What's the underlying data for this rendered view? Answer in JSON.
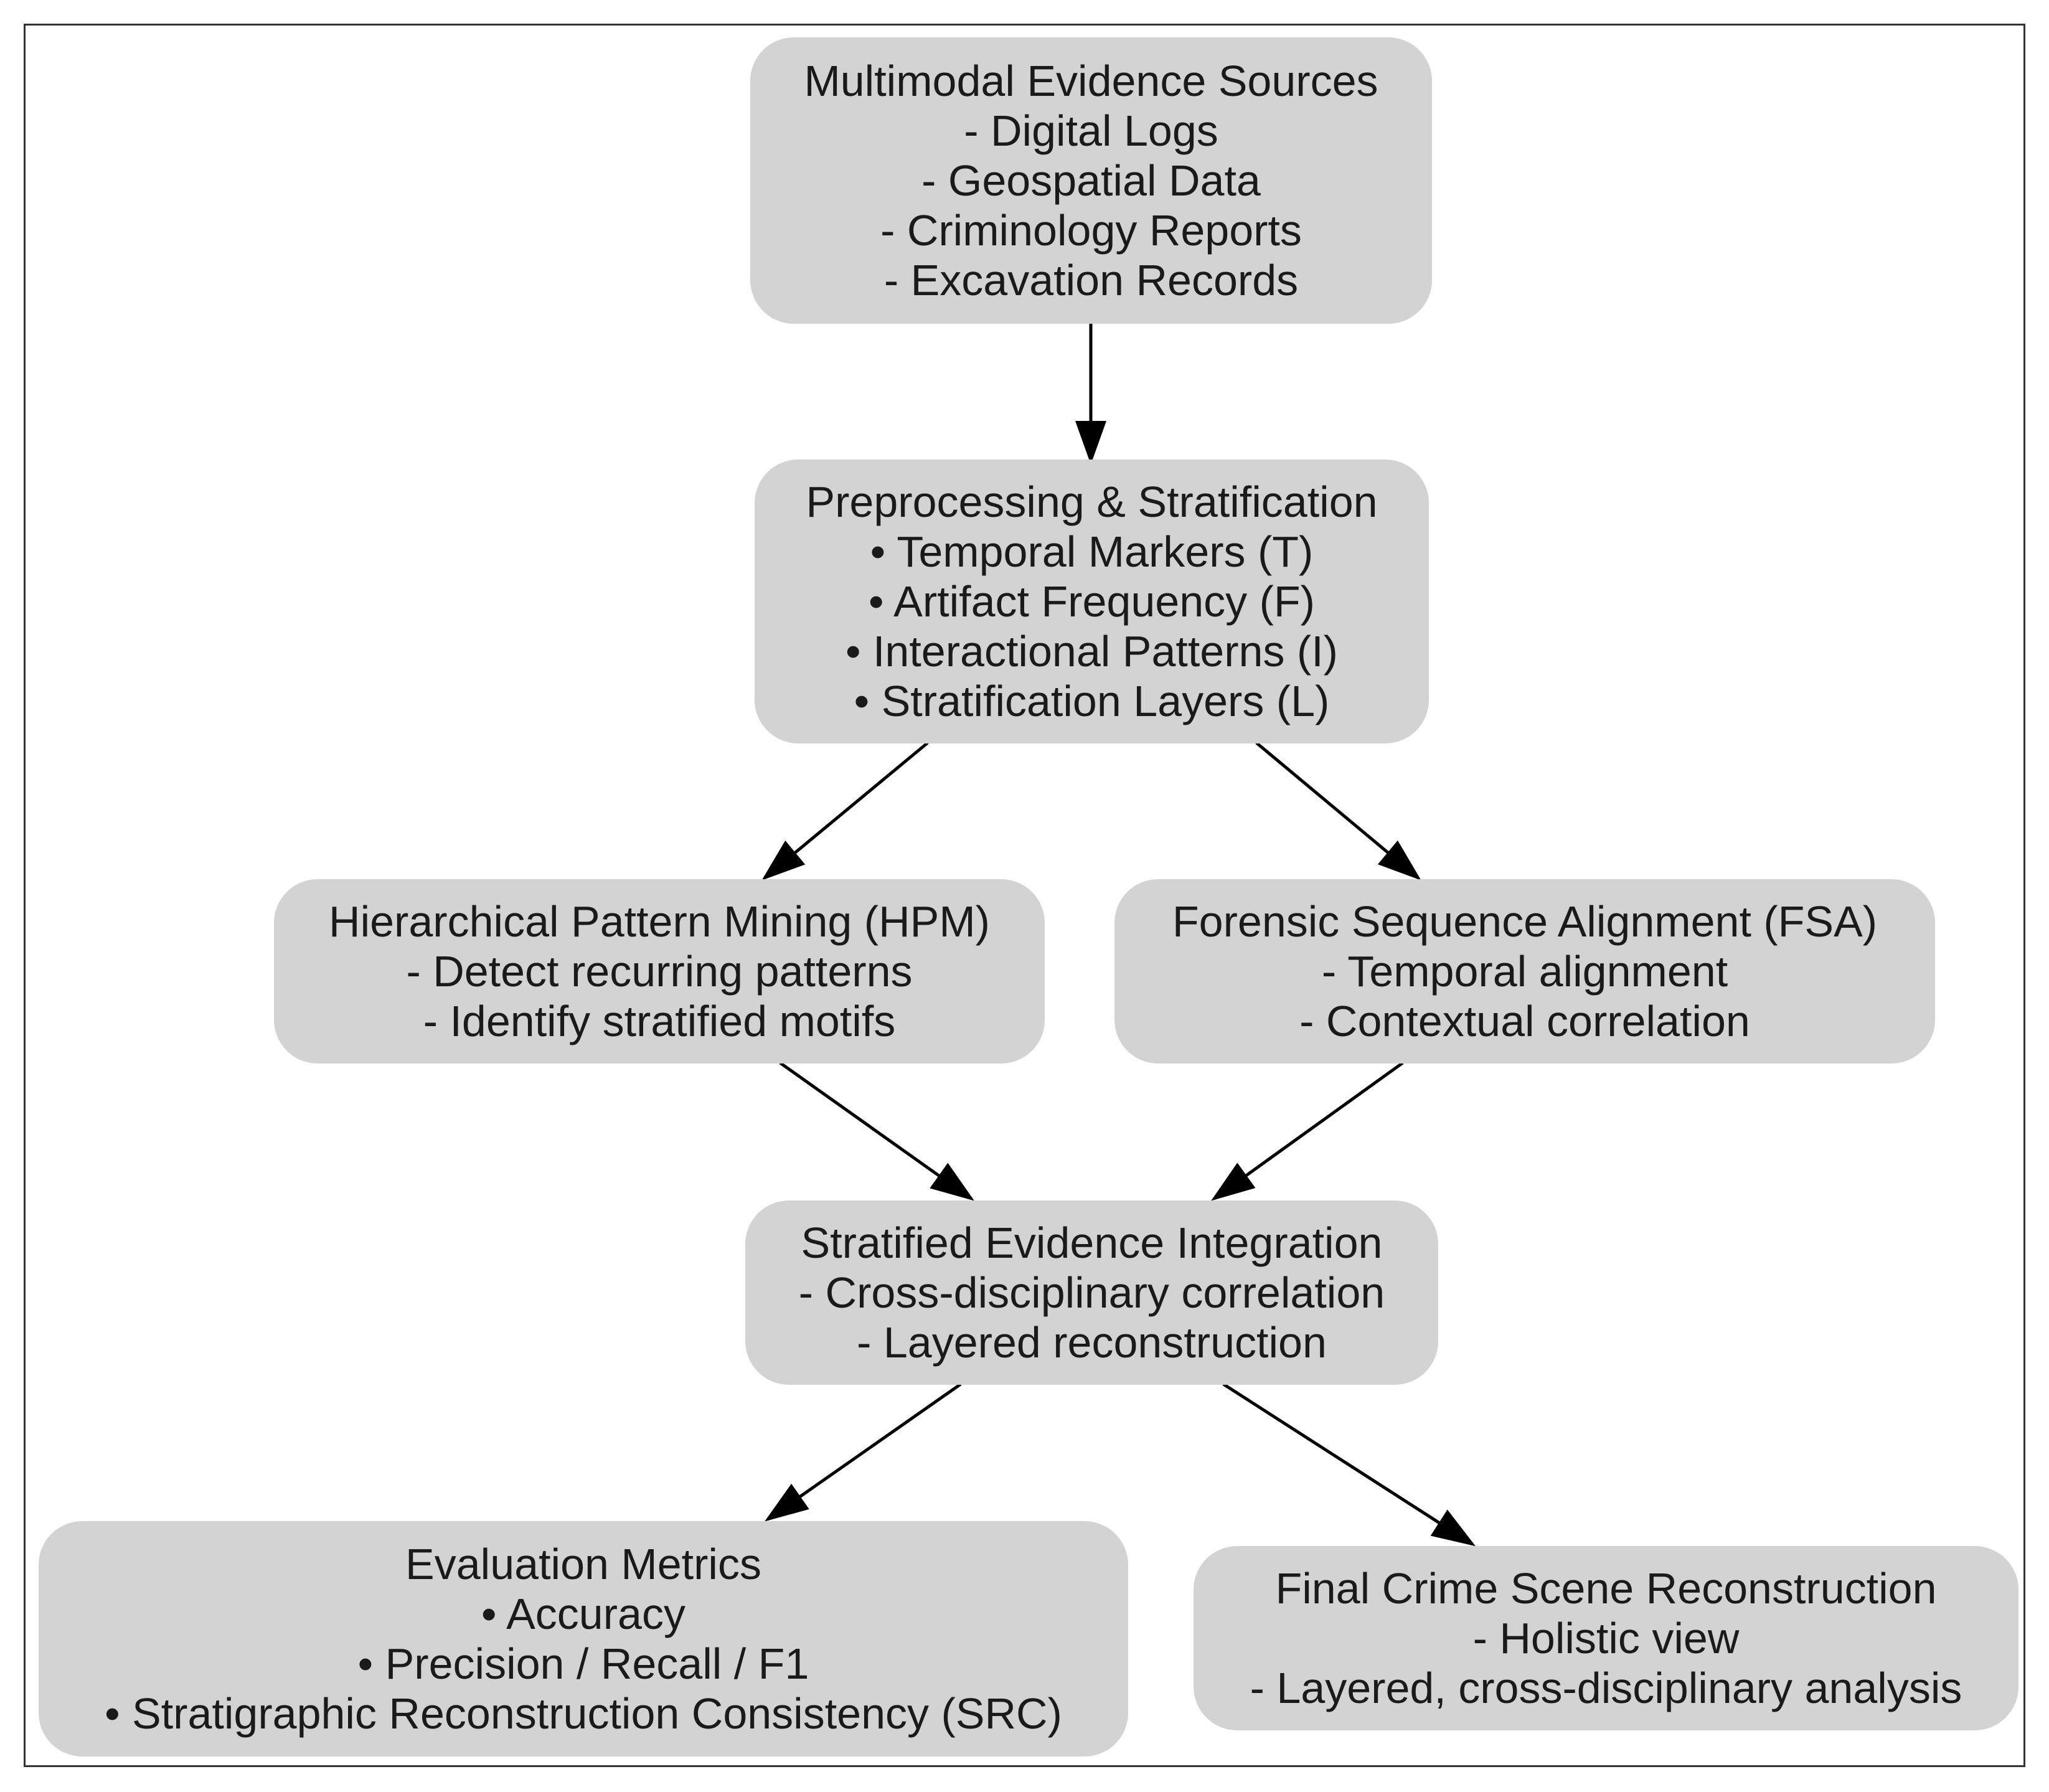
{
  "colors": {
    "node_fill": "#d3d3d3",
    "edge": "#000000",
    "frame": "#333333",
    "text": "#1a1a1a"
  },
  "nodes": {
    "sources": {
      "title": "Multimodal Evidence Sources",
      "items": [
        "- Digital Logs",
        "- Geospatial Data",
        "- Criminology Reports",
        "- Excavation Records"
      ]
    },
    "preprocessing": {
      "title": "Preprocessing & Stratification",
      "items": [
        "• Temporal Markers (T)",
        "• Artifact Frequency (F)",
        "• Interactional Patterns (I)",
        "• Stratification Layers (L)"
      ]
    },
    "hpm": {
      "title": "Hierarchical Pattern Mining (HPM)",
      "items": [
        "- Detect recurring patterns",
        "- Identify stratified motifs"
      ]
    },
    "fsa": {
      "title": "Forensic Sequence Alignment (FSA)",
      "items": [
        "- Temporal alignment",
        "- Contextual correlation"
      ]
    },
    "integration": {
      "title": "Stratified Evidence Integration",
      "items": [
        "- Cross-disciplinary correlation",
        "- Layered reconstruction"
      ]
    },
    "metrics": {
      "title": "Evaluation Metrics",
      "items": [
        "• Accuracy",
        "• Precision / Recall / F1",
        "• Stratigraphic Reconstruction Consistency (SRC)"
      ]
    },
    "final": {
      "title": "Final Crime Scene Reconstruction",
      "items": [
        "- Holistic view",
        "- Layered, cross-disciplinary analysis"
      ]
    }
  },
  "edges": [
    {
      "from": "sources",
      "to": "preprocessing"
    },
    {
      "from": "preprocessing",
      "to": "hpm"
    },
    {
      "from": "preprocessing",
      "to": "fsa"
    },
    {
      "from": "hpm",
      "to": "integration"
    },
    {
      "from": "fsa",
      "to": "integration"
    },
    {
      "from": "integration",
      "to": "metrics"
    },
    {
      "from": "integration",
      "to": "final"
    }
  ]
}
